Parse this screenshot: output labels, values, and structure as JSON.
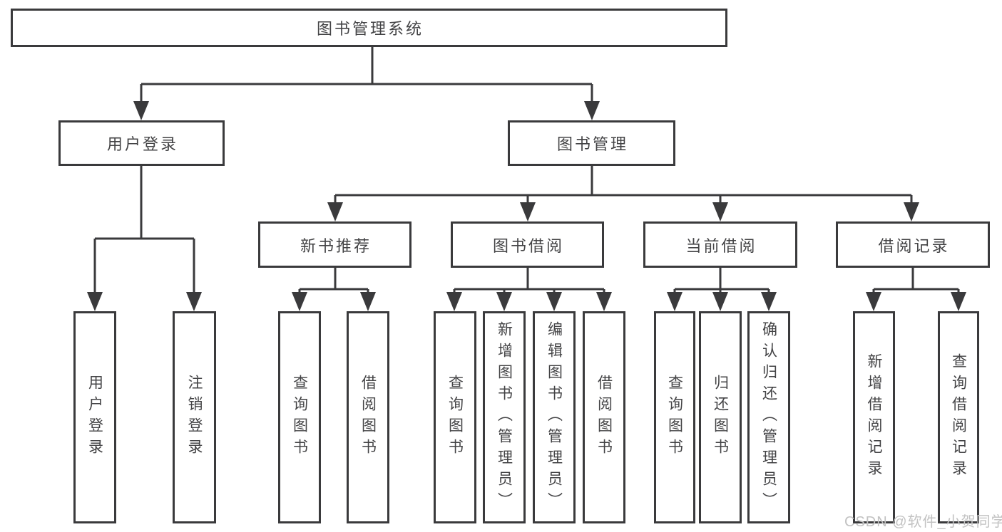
{
  "diagram": {
    "root": {
      "label": "图书管理系统"
    },
    "branches": [
      {
        "label": "用户登录",
        "children": [
          {
            "label": "用户登录"
          },
          {
            "label": "注销登录"
          }
        ]
      },
      {
        "label": "图书管理",
        "children": [
          {
            "label": "新书推荐",
            "children": [
              {
                "label": "查询图书"
              },
              {
                "label": "借阅图书"
              }
            ]
          },
          {
            "label": "图书借阅",
            "children": [
              {
                "label": "查询图书"
              },
              {
                "label": "新增图书（管理员）"
              },
              {
                "label": "编辑图书（管理员）"
              },
              {
                "label": "借阅图书"
              }
            ]
          },
          {
            "label": "当前借阅",
            "children": [
              {
                "label": "查询图书"
              },
              {
                "label": "归还图书"
              },
              {
                "label": "确认归还（管理员）"
              }
            ]
          },
          {
            "label": "借阅记录",
            "children": [
              {
                "label": "新增借阅记录"
              },
              {
                "label": "查询借阅记录"
              }
            ]
          }
        ]
      }
    ]
  },
  "watermark": {
    "text": "CSDN @软件_小贺同学"
  },
  "colors": {
    "line": "#3a3a3c",
    "text": "#434345",
    "watermark": "#c2c2c2",
    "background": "#ffffff"
  }
}
